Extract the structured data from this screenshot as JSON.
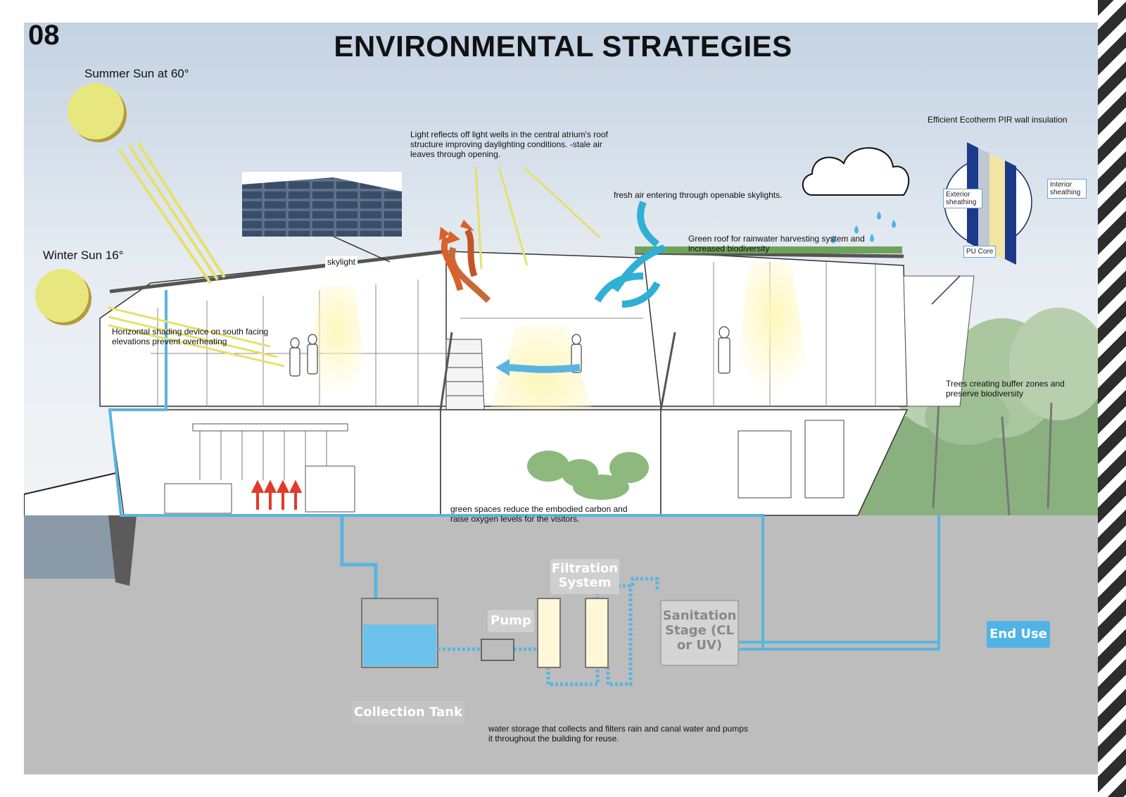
{
  "page_number": "08",
  "title": "ENVIRONMENTAL STRATEGIES",
  "sun": {
    "summer_label": "Summer Sun at 60°",
    "winter_label": "Winter Sun 16°",
    "color": "#e8e67e"
  },
  "annotations": {
    "light_reflects": "Light reflects off light wells in the central atrium's roof structure improving daylighting conditions. -stale air leaves through opening.",
    "skylight": "skylight",
    "fresh_air": "fresh air entering through openable skylights.",
    "green_roof": "Green roof for rainwater harvesting system and increased biodiversity",
    "insulation": "Efficient Ecotherm PIR wall insulation",
    "horizontal_shading": "Horizontal shading device on south facing elevations prevent overheating",
    "trees": "Trees creating buffer zones and preserve biodiversity",
    "green_spaces": "green spaces reduce the embodied carbon and raise oxygen levels for the visitors.",
    "water_storage": "water storage that collects and filters rain and canal water and pumps it throughout the building for reuse."
  },
  "insulation_detail": {
    "exterior": "Exterior sheathing",
    "interior": "Interior sheathing",
    "core": "PU Core"
  },
  "water_system": {
    "filtration": "Filtration System",
    "pump": "Pump",
    "collection_tank": "Collection Tank",
    "sanitation": "Sanitation Stage (CL or UV)",
    "end_use": "End Use"
  },
  "colors": {
    "water": "#5ab4e0",
    "sky_top": "#b9c9dc",
    "ground": "#bdbdbd",
    "stale_air": "#d8622a",
    "fresh_air": "#2fb0d4"
  }
}
